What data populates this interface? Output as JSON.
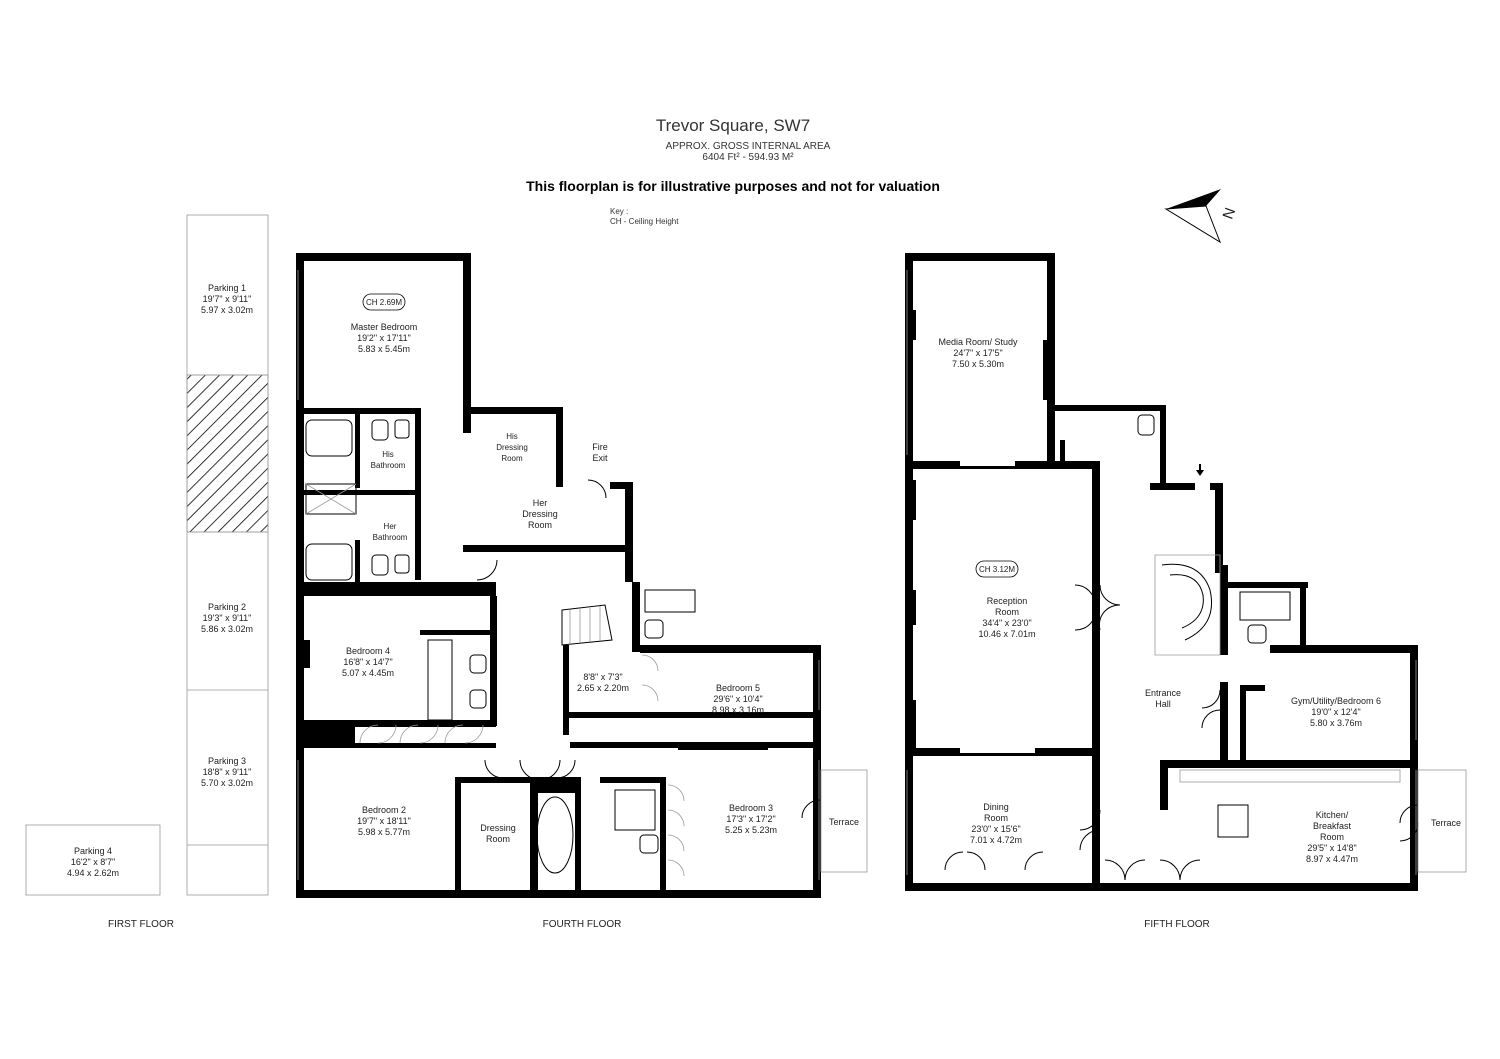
{
  "header": {
    "title": "Trevor Square, SW7",
    "area_caption": "APPROX. GROSS INTERNAL  AREA",
    "area_value": "6404 Ft² - 594.93 M²",
    "disclaimer": "This floorplan is for illustrative purposes  and not for valuation",
    "key_title": "Key :",
    "key_ch": "CH - Ceiling Height"
  },
  "compass": {
    "label": "N"
  },
  "floors": {
    "first": "FIRST FLOOR",
    "fourth": "FOURTH FLOOR",
    "fifth": "FIFTH FLOOR"
  },
  "rooms": {
    "parking1": {
      "name": "Parking 1",
      "imperial": "19'7\" x 9'11\"",
      "metric": "5.97 x 3.02m"
    },
    "parking2": {
      "name": "Parking 2",
      "imperial": "19'3\" x 9'11\"",
      "metric": "5.86 x 3.02m"
    },
    "parking3": {
      "name": "Parking 3",
      "imperial": "18'8\" x 9'11\"",
      "metric": "5.70 x 3.02m"
    },
    "parking4": {
      "name": "Parking 4",
      "imperial": "16'2\" x 8'7\"",
      "metric": "4.94 x 2.62m"
    },
    "master": {
      "ch": "CH 2.69M",
      "name": "Master Bedroom",
      "imperial": "19'2\" x 17'11\"",
      "metric": "5.83 x 5.45m"
    },
    "his_bath": {
      "line1": "His",
      "line2": "Bathroom"
    },
    "her_bath": {
      "line1": "Her",
      "line2": "Bathroom"
    },
    "his_dressing": {
      "line1": "His",
      "line2": "Dressing",
      "line3": "Room"
    },
    "her_dressing": {
      "line1": "Her",
      "line2": "Dressing",
      "line3": "Room"
    },
    "fire_exit": {
      "line1": "Fire",
      "line2": "Exit"
    },
    "bedroom4": {
      "name": "Bedroom 4",
      "imperial": "16'8\" x 14'7\"",
      "metric": "5.07 x 4.45m"
    },
    "small_room": {
      "imperial": "8'8\" x 7'3\"",
      "metric": "2.65 x 2.20m"
    },
    "bedroom5": {
      "name": "Bedroom 5",
      "imperial": "29'6\" x 10'4\"",
      "metric": "8.98 x 3.16m"
    },
    "bedroom2": {
      "name": "Bedroom 2",
      "imperial": "19'7\" x 18'11\"",
      "metric": "5.98 x 5.77m"
    },
    "dressing": {
      "line1": "Dressing",
      "line2": "Room"
    },
    "bedroom3": {
      "name": "Bedroom 3",
      "imperial": "17'3\" x 17'2\"",
      "metric": "5.25 x 5.23m"
    },
    "terrace4": {
      "name": "Terrace"
    },
    "media": {
      "name": "Media Room/ Study",
      "imperial": "24'7\" x 17'5\"",
      "metric": "7.50 x 5.30m"
    },
    "reception": {
      "ch": "CH 3.12M",
      "line1": "Reception",
      "line2": "Room",
      "imperial": "34'4\" x 23'0\"",
      "metric": "10.46 x 7.01m"
    },
    "entrance": {
      "line1": "Entrance",
      "line2": "Hall"
    },
    "gym": {
      "name": "Gym/Utility/Bedroom 6",
      "imperial": "19'0\" x 12'4\"",
      "metric": "5.80 x 3.76m"
    },
    "dining": {
      "line1": "Dining",
      "line2": "Room",
      "imperial": "23'0\" x 15'6\"",
      "metric": "7.01 x 4.72m"
    },
    "kitchen": {
      "line1": "Kitchen/",
      "line2": "Breakfast",
      "line3": "Room",
      "imperial": "29'5\" x 14'8\"",
      "metric": "8.97 x 4.47m"
    },
    "terrace5": {
      "name": "Terrace"
    }
  }
}
